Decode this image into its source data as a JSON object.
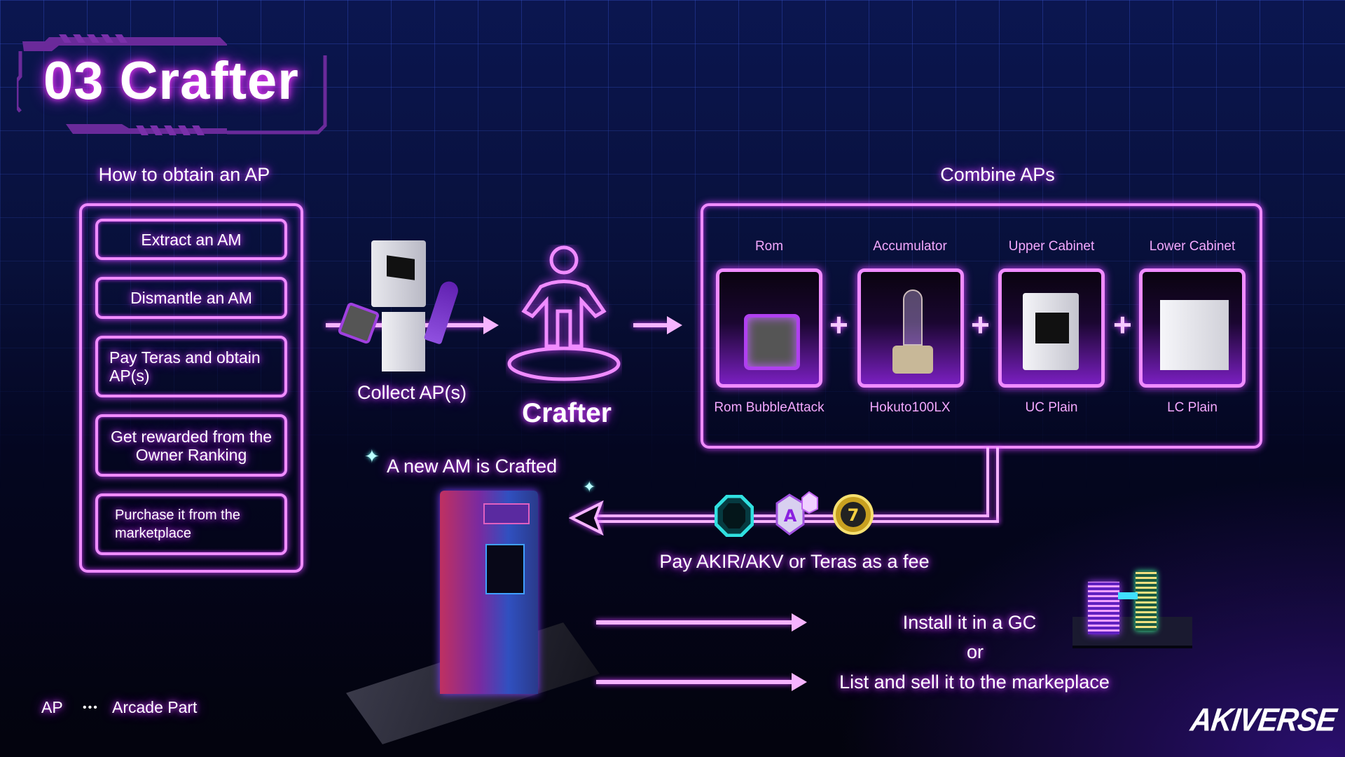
{
  "title": "03 Crafter",
  "obtain": {
    "heading": "How to obtain an AP",
    "items": [
      "Extract an AM",
      "Dismantle an AM",
      "Pay Teras and obtain AP(s)",
      "Get rewarded from the Owner Ranking",
      "Purchase it from the marketplace"
    ]
  },
  "collect_label": "Collect AP(s)",
  "crafter_label": "Crafter",
  "combine": {
    "heading": "Combine APs",
    "parts": [
      {
        "type": "Rom",
        "name": "Rom BubbleAttack"
      },
      {
        "type": "Accumulator",
        "name": "Hokuto100LX"
      },
      {
        "type": "Upper Cabinet",
        "name": "UC Plain"
      },
      {
        "type": "Lower Cabinet",
        "name": "LC Plain"
      }
    ],
    "plus": "+"
  },
  "new_am": "A new AM is Crafted",
  "fee": "Pay AKIR/AKV or Teras as a fee",
  "outcomes": {
    "install": "Install it in a GC",
    "or": "or",
    "list": "List and sell it to the markeplace"
  },
  "legend": {
    "abbr": "AP",
    "dots": "•••",
    "meaning": "Arcade Part"
  },
  "logo": "AKIVERSE",
  "colors": {
    "neon": "#f08cff",
    "glow": "#d040ff"
  }
}
